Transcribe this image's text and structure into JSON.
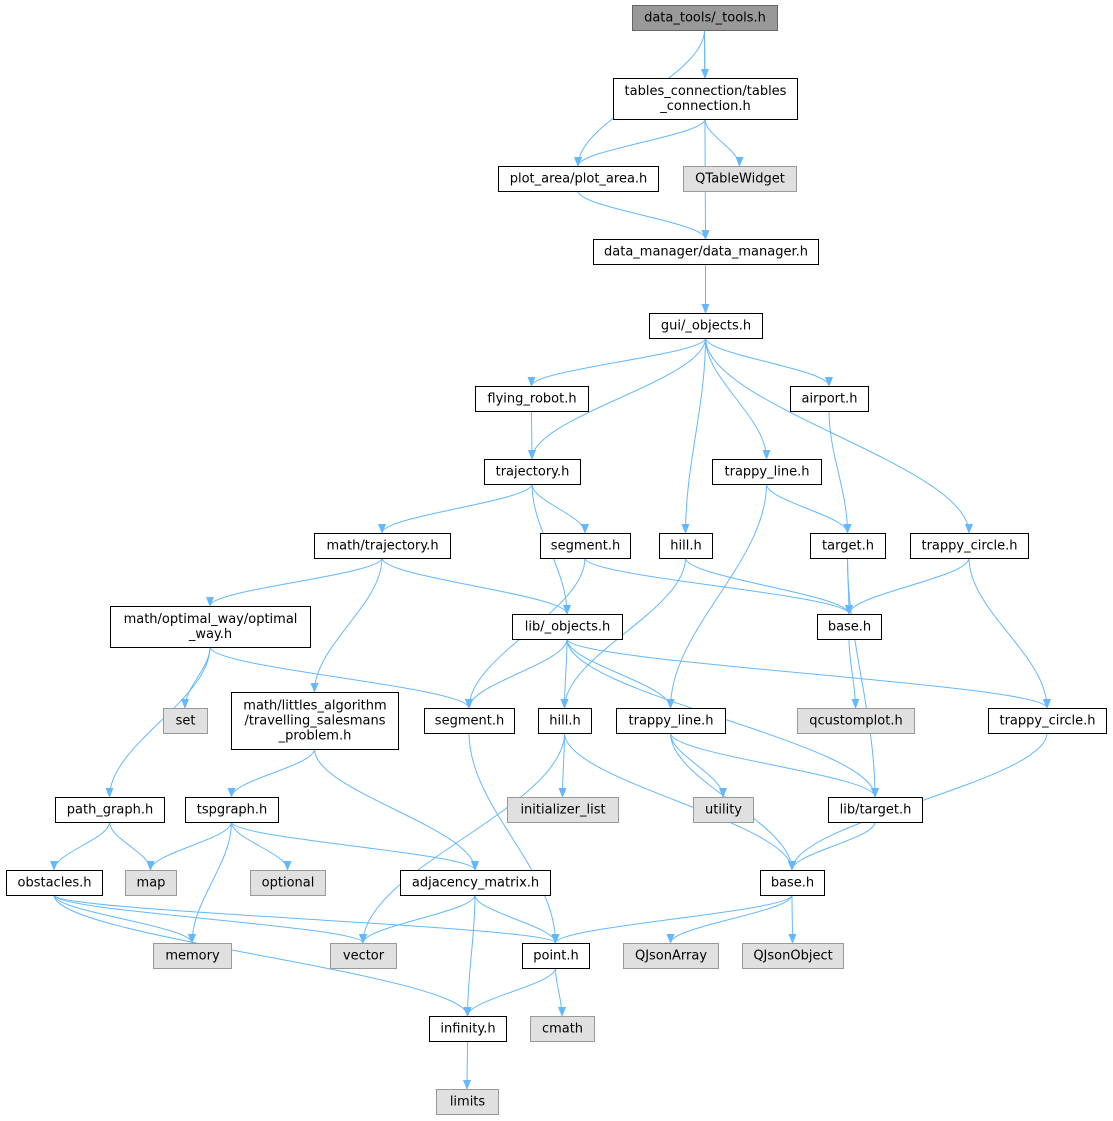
{
  "diagram": {
    "nodes": {
      "data_tools": {
        "label": [
          "data_tools/_tools.h"
        ],
        "kind": "root"
      },
      "tables_connection": {
        "label": [
          "tables_connection/tables",
          "_connection.h"
        ],
        "kind": "file"
      },
      "plot_area": {
        "label": [
          "plot_area/plot_area.h"
        ],
        "kind": "file"
      },
      "qtablewidget": {
        "label": [
          "QTableWidget"
        ],
        "kind": "external"
      },
      "data_manager": {
        "label": [
          "data_manager/data_manager.h"
        ],
        "kind": "file"
      },
      "gui_objects": {
        "label": [
          "gui/_objects.h"
        ],
        "kind": "file"
      },
      "flying_robot": {
        "label": [
          "flying_robot.h"
        ],
        "kind": "file"
      },
      "airport": {
        "label": [
          "airport.h"
        ],
        "kind": "file"
      },
      "trajectory": {
        "label": [
          "trajectory.h"
        ],
        "kind": "file"
      },
      "trappy_line_gui": {
        "label": [
          "trappy_line.h"
        ],
        "kind": "file"
      },
      "math_trajectory": {
        "label": [
          "math/trajectory.h"
        ],
        "kind": "file"
      },
      "segment_gui": {
        "label": [
          "segment.h"
        ],
        "kind": "file"
      },
      "hill_gui": {
        "label": [
          "hill.h"
        ],
        "kind": "file"
      },
      "target_gui": {
        "label": [
          "target.h"
        ],
        "kind": "file"
      },
      "trappy_circle_gui": {
        "label": [
          "trappy_circle.h"
        ],
        "kind": "file"
      },
      "optimal_way": {
        "label": [
          "math/optimal_way/optimal",
          "_way.h"
        ],
        "kind": "file"
      },
      "lib_objects": {
        "label": [
          "lib/_objects.h"
        ],
        "kind": "file"
      },
      "base_gui": {
        "label": [
          "base.h"
        ],
        "kind": "file"
      },
      "set": {
        "label": [
          "set"
        ],
        "kind": "external"
      },
      "littles": {
        "label": [
          "math/littles_algorithm",
          "/travelling_salesmans",
          "_problem.h"
        ],
        "kind": "file"
      },
      "segment_lib": {
        "label": [
          "segment.h"
        ],
        "kind": "file"
      },
      "hill_lib": {
        "label": [
          "hill.h"
        ],
        "kind": "file"
      },
      "trappy_line_lib": {
        "label": [
          "trappy_line.h"
        ],
        "kind": "file"
      },
      "qcustomplot": {
        "label": [
          "qcustomplot.h"
        ],
        "kind": "external"
      },
      "trappy_circle_lib": {
        "label": [
          "trappy_circle.h"
        ],
        "kind": "file"
      },
      "path_graph": {
        "label": [
          "path_graph.h"
        ],
        "kind": "file"
      },
      "tspgraph": {
        "label": [
          "tspgraph.h"
        ],
        "kind": "file"
      },
      "initializer_list": {
        "label": [
          "initializer_list"
        ],
        "kind": "external"
      },
      "utility": {
        "label": [
          "utility"
        ],
        "kind": "external"
      },
      "lib_target": {
        "label": [
          "lib/target.h"
        ],
        "kind": "file"
      },
      "obstacles": {
        "label": [
          "obstacles.h"
        ],
        "kind": "file"
      },
      "map": {
        "label": [
          "map"
        ],
        "kind": "external"
      },
      "optional": {
        "label": [
          "optional"
        ],
        "kind": "external"
      },
      "adjacency_matrix": {
        "label": [
          "adjacency_matrix.h"
        ],
        "kind": "file"
      },
      "base_lib": {
        "label": [
          "base.h"
        ],
        "kind": "file"
      },
      "memory": {
        "label": [
          "memory"
        ],
        "kind": "external"
      },
      "vector": {
        "label": [
          "vector"
        ],
        "kind": "external"
      },
      "point": {
        "label": [
          "point.h"
        ],
        "kind": "file"
      },
      "qjsonarray": {
        "label": [
          "QJsonArray"
        ],
        "kind": "external"
      },
      "qjsonobject": {
        "label": [
          "QJsonObject"
        ],
        "kind": "external"
      },
      "infinity": {
        "label": [
          "infinity.h"
        ],
        "kind": "file"
      },
      "cmath": {
        "label": [
          "cmath"
        ],
        "kind": "external"
      },
      "limits": {
        "label": [
          "limits"
        ],
        "kind": "external"
      }
    },
    "edges": [
      [
        "data_tools",
        "tables_connection"
      ],
      [
        "data_tools",
        "plot_area"
      ],
      [
        "data_tools",
        "data_manager"
      ],
      [
        "tables_connection",
        "plot_area"
      ],
      [
        "tables_connection",
        "qtablewidget"
      ],
      [
        "plot_area",
        "data_manager"
      ],
      [
        "data_manager",
        "gui_objects"
      ],
      [
        "gui_objects",
        "flying_robot"
      ],
      [
        "gui_objects",
        "trajectory"
      ],
      [
        "gui_objects",
        "hill_gui"
      ],
      [
        "gui_objects",
        "trappy_line_gui"
      ],
      [
        "gui_objects",
        "airport"
      ],
      [
        "gui_objects",
        "trappy_circle_gui"
      ],
      [
        "flying_robot",
        "trajectory"
      ],
      [
        "airport",
        "target_gui"
      ],
      [
        "trajectory",
        "math_trajectory"
      ],
      [
        "trajectory",
        "segment_gui"
      ],
      [
        "trajectory",
        "lib_objects"
      ],
      [
        "trappy_line_gui",
        "target_gui"
      ],
      [
        "trappy_line_gui",
        "trappy_line_lib"
      ],
      [
        "math_trajectory",
        "optimal_way"
      ],
      [
        "math_trajectory",
        "littles"
      ],
      [
        "math_trajectory",
        "lib_objects"
      ],
      [
        "segment_gui",
        "base_gui"
      ],
      [
        "segment_gui",
        "segment_lib"
      ],
      [
        "hill_gui",
        "base_gui"
      ],
      [
        "hill_gui",
        "hill_lib"
      ],
      [
        "target_gui",
        "base_gui"
      ],
      [
        "target_gui",
        "lib_target"
      ],
      [
        "trappy_circle_gui",
        "base_gui"
      ],
      [
        "trappy_circle_gui",
        "trappy_circle_lib"
      ],
      [
        "optimal_way",
        "set"
      ],
      [
        "optimal_way",
        "segment_lib"
      ],
      [
        "optimal_way",
        "path_graph"
      ],
      [
        "lib_objects",
        "segment_lib"
      ],
      [
        "lib_objects",
        "hill_lib"
      ],
      [
        "lib_objects",
        "trappy_line_lib"
      ],
      [
        "lib_objects",
        "lib_target"
      ],
      [
        "lib_objects",
        "trappy_circle_lib"
      ],
      [
        "base_gui",
        "qcustomplot"
      ],
      [
        "littles",
        "tspgraph"
      ],
      [
        "littles",
        "adjacency_matrix"
      ],
      [
        "segment_lib",
        "point"
      ],
      [
        "hill_lib",
        "initializer_list"
      ],
      [
        "hill_lib",
        "vector"
      ],
      [
        "hill_lib",
        "base_lib"
      ],
      [
        "trappy_line_lib",
        "utility"
      ],
      [
        "trappy_line_lib",
        "lib_target"
      ],
      [
        "trappy_line_lib",
        "base_lib"
      ],
      [
        "trappy_circle_lib",
        "base_lib"
      ],
      [
        "path_graph",
        "obstacles"
      ],
      [
        "path_graph",
        "map"
      ],
      [
        "tspgraph",
        "map"
      ],
      [
        "tspgraph",
        "optional"
      ],
      [
        "tspgraph",
        "memory"
      ],
      [
        "tspgraph",
        "adjacency_matrix"
      ],
      [
        "lib_target",
        "base_lib"
      ],
      [
        "obstacles",
        "memory"
      ],
      [
        "obstacles",
        "vector"
      ],
      [
        "obstacles",
        "point"
      ],
      [
        "obstacles",
        "infinity"
      ],
      [
        "adjacency_matrix",
        "vector"
      ],
      [
        "adjacency_matrix",
        "point"
      ],
      [
        "adjacency_matrix",
        "infinity"
      ],
      [
        "base_lib",
        "point"
      ],
      [
        "base_lib",
        "qjsonarray"
      ],
      [
        "base_lib",
        "qjsonobject"
      ],
      [
        "point",
        "infinity"
      ],
      [
        "point",
        "cmath"
      ],
      [
        "infinity",
        "limits"
      ]
    ],
    "colors": {
      "edge": "#63b8ff",
      "root_fill": "#999999",
      "file_fill": "#ffffff",
      "external_fill": "#e0e0e0",
      "file_border": "#000000",
      "external_border": "#999999"
    }
  }
}
